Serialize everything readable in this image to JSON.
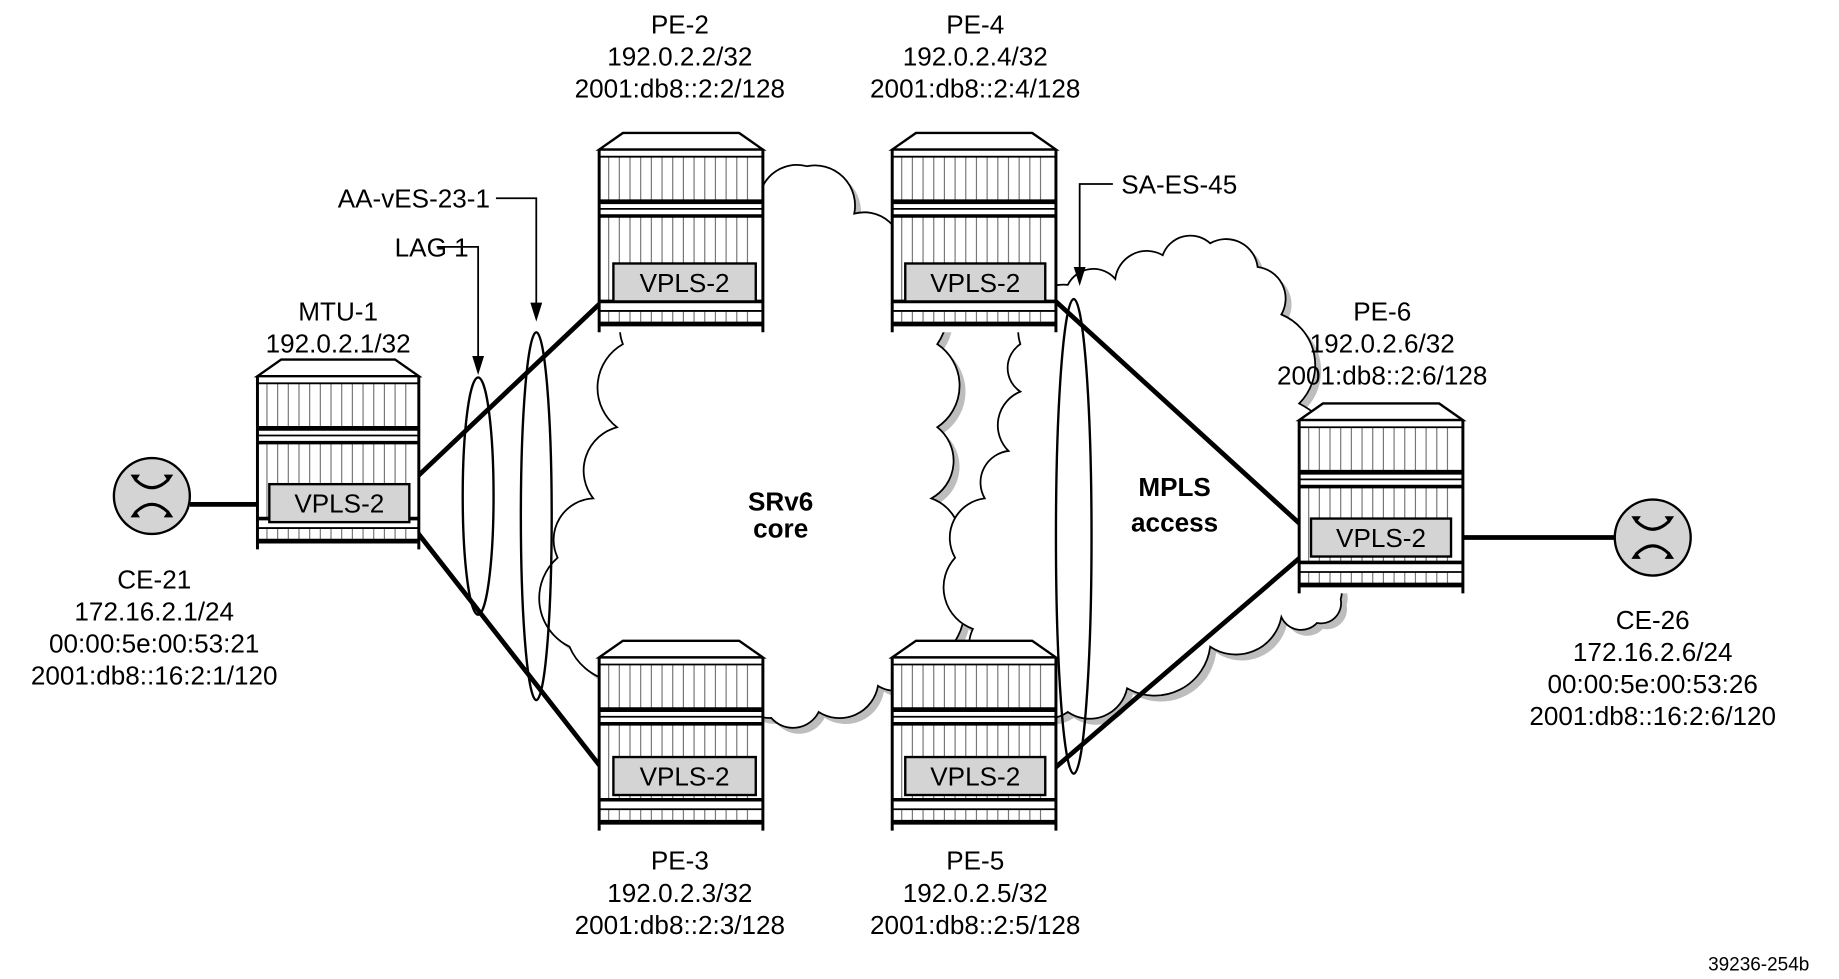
{
  "nodes": {
    "mtu1": {
      "name": "MTU-1",
      "ipv4": "192.0.2.1/32",
      "service": "VPLS-2"
    },
    "pe2": {
      "name": "PE-2",
      "ipv4": "192.0.2.2/32",
      "ipv6": "2001:db8::2:2/128",
      "service": "VPLS-2"
    },
    "pe3": {
      "name": "PE-3",
      "ipv4": "192.0.2.3/32",
      "ipv6": "2001:db8::2:3/128",
      "service": "VPLS-2"
    },
    "pe4": {
      "name": "PE-4",
      "ipv4": "192.0.2.4/32",
      "ipv6": "2001:db8::2:4/128",
      "service": "VPLS-2"
    },
    "pe5": {
      "name": "PE-5",
      "ipv4": "192.0.2.5/32",
      "ipv6": "2001:db8::2:5/128",
      "service": "VPLS-2"
    },
    "pe6": {
      "name": "PE-6",
      "ipv4": "192.0.2.6/32",
      "ipv6": "2001:db8::2:6/128",
      "service": "VPLS-2"
    },
    "ce21": {
      "name": "CE-21",
      "ipv4": "172.16.2.1/24",
      "mac": "00:00:5e:00:53:21",
      "ipv6": "2001:db8::16:2:1/120"
    },
    "ce26": {
      "name": "CE-26",
      "ipv4": "172.16.2.6/24",
      "mac": "00:00:5e:00:53:26",
      "ipv6": "2001:db8::16:2:6/120"
    }
  },
  "callouts": {
    "lag": "LAG 1",
    "aa_ves": "AA-vES-23-1",
    "sa_es": "SA-ES-45"
  },
  "clouds": {
    "srv6": {
      "line1": "SRv6",
      "line2": "core"
    },
    "mpls": {
      "line1": "MPLS",
      "line2": "access"
    }
  },
  "figure_id": "39236-254b",
  "colors": {
    "service_box": "#d4d4d4",
    "cloud_shadow": "#bdbdbd"
  }
}
